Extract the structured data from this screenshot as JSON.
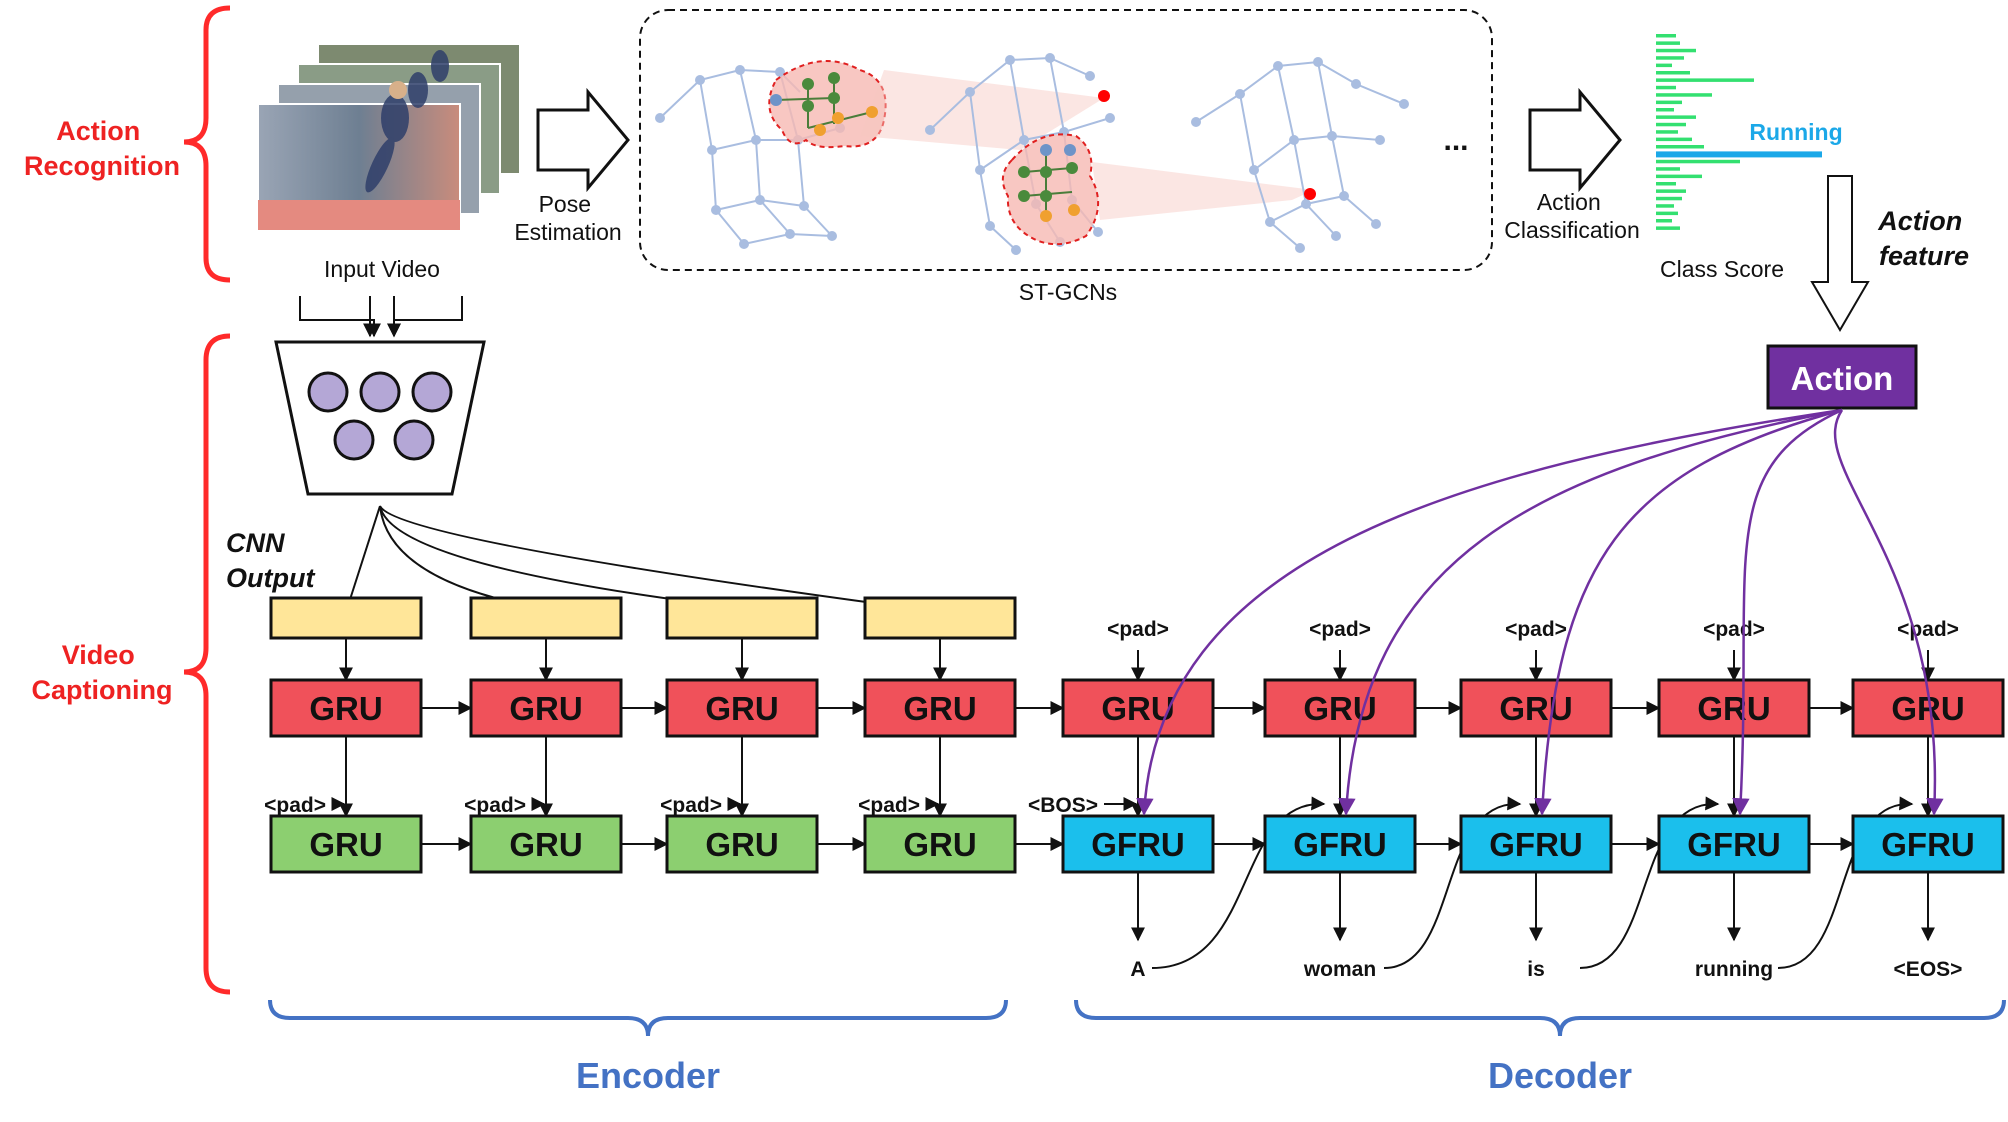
{
  "sections": {
    "action_recognition": "Action\nRecognition",
    "video_captioning": "Video\nCaptioning"
  },
  "recognition": {
    "input_video": "Input Video",
    "pose_estimation": "Pose\nEstimation",
    "stgcn": "ST-GCNs",
    "ellipsis": "...",
    "action_classification": "Action\nClassification",
    "class_score": "Class Score",
    "running": "Running",
    "action_feature": "Action\nfeature"
  },
  "captioning": {
    "cnn_output": "CNN\nOutput",
    "action_box": "Action",
    "encoder_gru_top": [
      "GRU",
      "GRU",
      "GRU",
      "GRU"
    ],
    "encoder_gru_bottom": [
      "GRU",
      "GRU",
      "GRU",
      "GRU"
    ],
    "encoder_pad": [
      "<pad>",
      "<pad>",
      "<pad>",
      "<pad>"
    ],
    "decoder_gru_top": [
      "GRU",
      "GRU",
      "GRU",
      "GRU",
      "GRU"
    ],
    "decoder_gfru": [
      "GFRU",
      "GFRU",
      "GFRU",
      "GFRU",
      "GFRU"
    ],
    "decoder_pad_top": [
      "<pad>",
      "<pad>",
      "<pad>",
      "<pad>",
      "<pad>"
    ],
    "bos": "<BOS>",
    "output_words": [
      "A",
      "woman",
      "is",
      "running",
      "<EOS>"
    ],
    "encoder_label": "Encoder",
    "decoder_label": "Decoder"
  },
  "colors": {
    "red_box": "#f0515a",
    "green_box": "#8ccf70",
    "blue_box": "#1bbfec",
    "yellow_box": "#ffe699",
    "purple": "#7030a0",
    "brace_red": "#ff2a2a",
    "brace_blue": "#4472c4"
  }
}
